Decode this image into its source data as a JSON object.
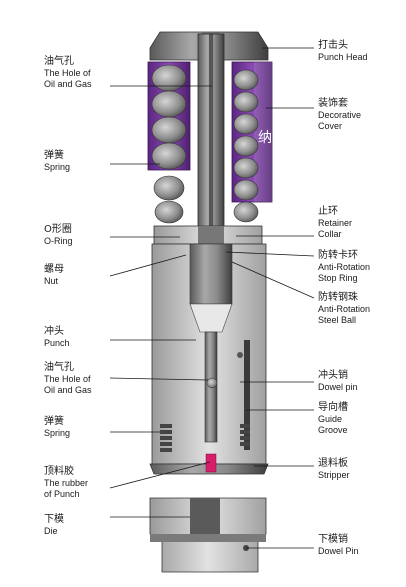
{
  "labels_left": [
    {
      "zh": "油气孔",
      "en": "The Hole of",
      "en2": "Oil and Gas"
    },
    {
      "zh": "弹簧",
      "en": "Spring",
      "en2": ""
    },
    {
      "zh": "O形圈",
      "en": "O-Ring",
      "en2": ""
    },
    {
      "zh": "螺母",
      "en": "Nut",
      "en2": ""
    },
    {
      "zh": "冲头",
      "en": "Punch",
      "en2": ""
    },
    {
      "zh": "油气孔",
      "en": "The Hole of",
      "en2": "Oil and Gas"
    },
    {
      "zh": "弹簧",
      "en": "Spring",
      "en2": ""
    },
    {
      "zh": "顶料胶",
      "en": "The rubber",
      "en2": "of Punch"
    },
    {
      "zh": "下模",
      "en": "Die",
      "en2": ""
    }
  ],
  "labels_right": [
    {
      "zh": "打击头",
      "en": "Punch Head",
      "en2": ""
    },
    {
      "zh": "装饰套",
      "en": "Decorative",
      "en2": "Cover"
    },
    {
      "zh": "止环",
      "en": "Retainer",
      "en2": "Collar"
    },
    {
      "zh": "防转卡环",
      "en": "Anti-Rotation",
      "en2": "Stop Ring"
    },
    {
      "zh": "防转钢珠",
      "en": "Anti-Rotation",
      "en2": "Steel Ball"
    },
    {
      "zh": "冲头销",
      "en": "Dowel pin",
      "en2": ""
    },
    {
      "zh": "导向槽",
      "en": "Guide",
      "en2": "Groove"
    },
    {
      "zh": "退料板",
      "en": "Stripper",
      "en2": ""
    },
    {
      "zh": "下模销",
      "en": "Dowel Pin",
      "en2": ""
    }
  ],
  "cover_text": "纳",
  "colors": {
    "purple": "#7a3da0",
    "purple_dark": "#4e1f70",
    "steel": "#8c8c8c",
    "steel_dark": "#3c3c3c",
    "steel_light": "#c8c8c8",
    "rubber": "#d81e6a"
  }
}
